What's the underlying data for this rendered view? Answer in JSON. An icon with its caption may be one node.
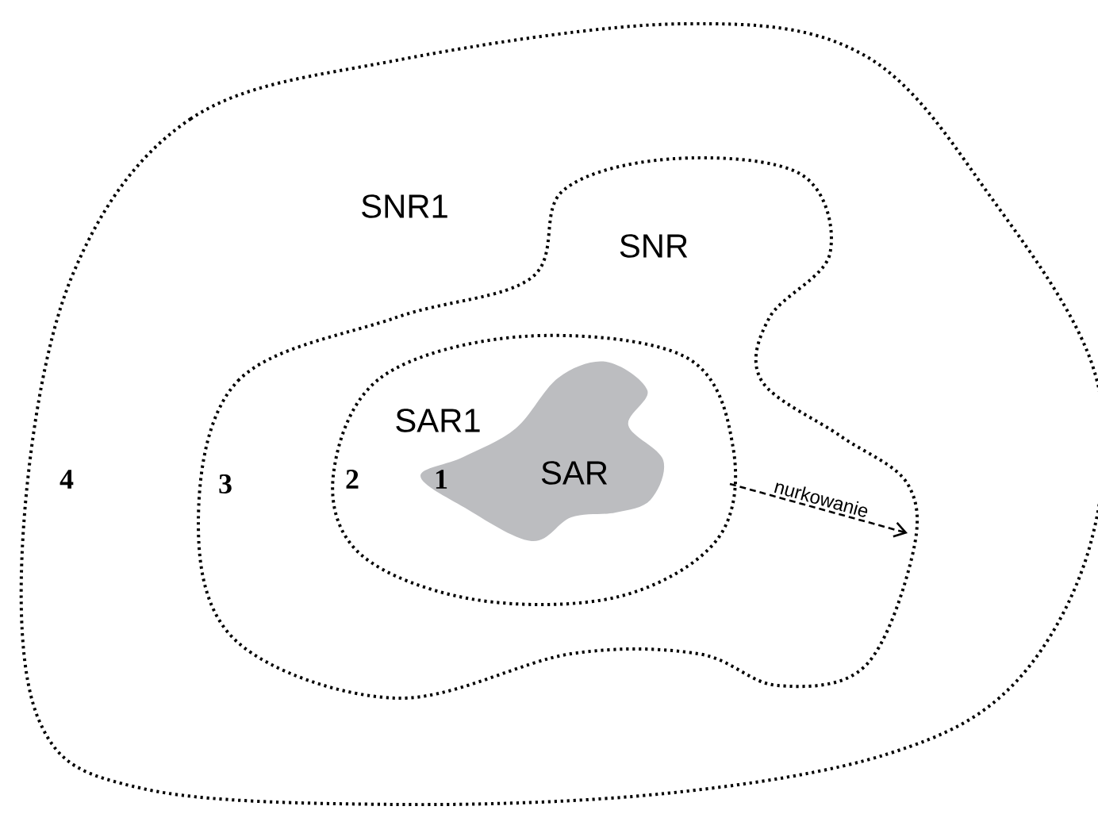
{
  "diagram": {
    "nodes": [
      {
        "text": [
          "SNR1"
        ]
      },
      {
        "text": [
          "SNR"
        ],
        "in": 0
      },
      {
        "text": [
          "SAR1"
        ],
        "in": 1
      },
      {
        "text": [
          "SAR"
        ],
        "in": 2
      }
    ],
    "edges": [
      {
        "from": 2,
        "to": 1,
        "arrow": "to",
        "style": "dashed",
        "label": "nurkowanie"
      }
    ],
    "labels": [
      "4",
      "3",
      "2",
      "1"
    ]
  }
}
